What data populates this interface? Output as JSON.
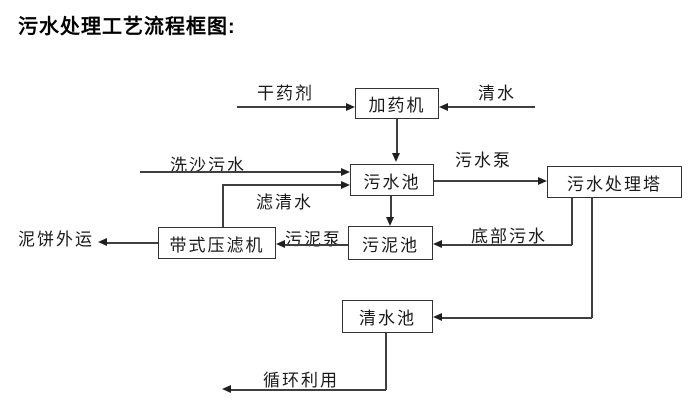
{
  "title": "污水处理工艺流程框图:",
  "colors": {
    "background": "#ffffff",
    "line": "#3f3f3f",
    "text": "#111111"
  },
  "diagram": {
    "nodes": [
      {
        "id": "dosing-machine",
        "label": "加药机"
      },
      {
        "id": "sewage-pool",
        "label": "污水池"
      },
      {
        "id": "sewage-treatment-tower",
        "label": "污水处理塔"
      },
      {
        "id": "sludge-pool",
        "label": "污泥池"
      },
      {
        "id": "belt-filter-press",
        "label": "带式压滤机"
      },
      {
        "id": "clean-water-pool",
        "label": "清水池"
      }
    ],
    "flow_labels": [
      {
        "id": "dry-chemical",
        "text": "干药剂"
      },
      {
        "id": "clean-water",
        "text": "清水"
      },
      {
        "id": "sand-washing-sewage",
        "text": "洗沙污水"
      },
      {
        "id": "sewage-pump",
        "text": "污水泵"
      },
      {
        "id": "filtered-clean-water",
        "text": "滤清水"
      },
      {
        "id": "sludge-pump",
        "text": "污泥泵"
      },
      {
        "id": "bottom-sewage",
        "text": "底部污水"
      },
      {
        "id": "mud-cake-transport-out",
        "text": "泥饼外运"
      },
      {
        "id": "recycle-reuse",
        "text": "循环利用"
      }
    ],
    "edges": [
      {
        "from": "dry-chemical-source",
        "to": "dosing-machine",
        "label": "干药剂"
      },
      {
        "from": "clean-water-source",
        "to": "dosing-machine",
        "label": "清水"
      },
      {
        "from": "dosing-machine",
        "to": "sewage-pool",
        "label": ""
      },
      {
        "from": "sand-washing-sewage-source",
        "to": "sewage-pool",
        "label": "洗沙污水"
      },
      {
        "from": "belt-filter-press",
        "to": "sewage-pool",
        "label": "滤清水"
      },
      {
        "from": "sewage-pool",
        "to": "sewage-treatment-tower",
        "label": "污水泵"
      },
      {
        "from": "sewage-pool",
        "to": "sludge-pool",
        "label": ""
      },
      {
        "from": "sewage-treatment-tower",
        "to": "sludge-pool",
        "label": "底部污水"
      },
      {
        "from": "sewage-treatment-tower",
        "to": "clean-water-pool",
        "label": ""
      },
      {
        "from": "sludge-pool",
        "to": "belt-filter-press",
        "label": "污泥泵"
      },
      {
        "from": "belt-filter-press",
        "to": "outside",
        "label": "泥饼外运"
      },
      {
        "from": "clean-water-pool",
        "to": "reuse",
        "label": "循环利用"
      }
    ]
  }
}
